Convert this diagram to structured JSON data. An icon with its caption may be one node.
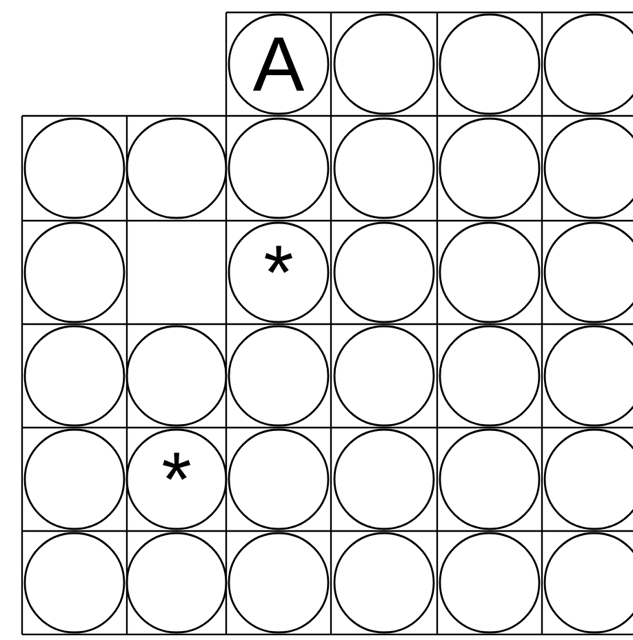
{
  "diagram": {
    "nodes": [
      {
        "text": [
          "A"
        ]
      },
      {
        "text": [],
        "shape": "circle"
      },
      {
        "text": [],
        "shape": "circle"
      },
      {
        "text": [],
        "shape": "circle"
      },
      {
        "text": [],
        "shape": "circle"
      },
      {
        "text": [],
        "shape": "circle"
      },
      {
        "text": [],
        "shape": "circle"
      },
      {
        "text": [],
        "shape": "circle"
      },
      {
        "text": [],
        "shape": "circle"
      },
      {
        "text": [],
        "shape": "circle"
      },
      {
        "text": [],
        "shape": "circle"
      },
      {
        "text": [
          "*"
        ]
      },
      {
        "text": [],
        "shape": "circle"
      },
      {
        "text": [],
        "shape": "circle"
      },
      {
        "text": [],
        "shape": "circle"
      },
      {
        "text": [],
        "shape": "circle"
      },
      {
        "text": [],
        "shape": "circle"
      },
      {
        "text": [],
        "shape": "circle"
      },
      {
        "text": [],
        "shape": "circle"
      },
      {
        "text": [],
        "shape": "circle"
      },
      {
        "text": [],
        "shape": "circle"
      },
      {
        "text": [],
        "shape": "circle"
      },
      {
        "text": [
          "*"
        ]
      },
      {
        "text": [],
        "shape": "circle"
      },
      {
        "text": [],
        "shape": "circle"
      },
      {
        "text": [],
        "shape": "circle"
      },
      {
        "text": [],
        "shape": "circle"
      },
      {
        "text": [],
        "shape": "circle"
      },
      {
        "text": [],
        "shape": "circle"
      },
      {
        "text": [],
        "shape": "circle"
      },
      {
        "text": [],
        "shape": "circle"
      },
      {
        "text": [],
        "shape": "circle"
      },
      {
        "text": [],
        "shape": "circle"
      }
    ]
  }
}
